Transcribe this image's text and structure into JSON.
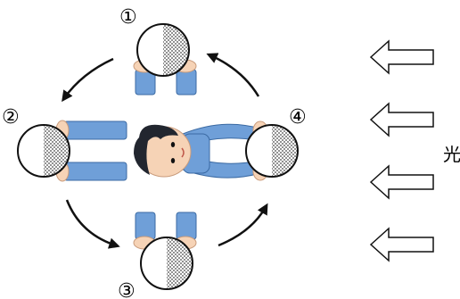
{
  "positions": [
    {
      "label": "①"
    },
    {
      "label": "②"
    },
    {
      "label": "③"
    },
    {
      "label": "④"
    }
  ],
  "light_label": "光",
  "colors": {
    "arm_blue": "#6f9fd8",
    "arm_outline": "#3b6aa3",
    "skin": "#f6d3b6",
    "hair": "#22262f",
    "shirt": "#6f9fd8",
    "stroke": "#111111"
  },
  "icons": [
    "ball-icon",
    "arrow-left-icon",
    "curved-arrow-icon",
    "child-figure-icon"
  ]
}
